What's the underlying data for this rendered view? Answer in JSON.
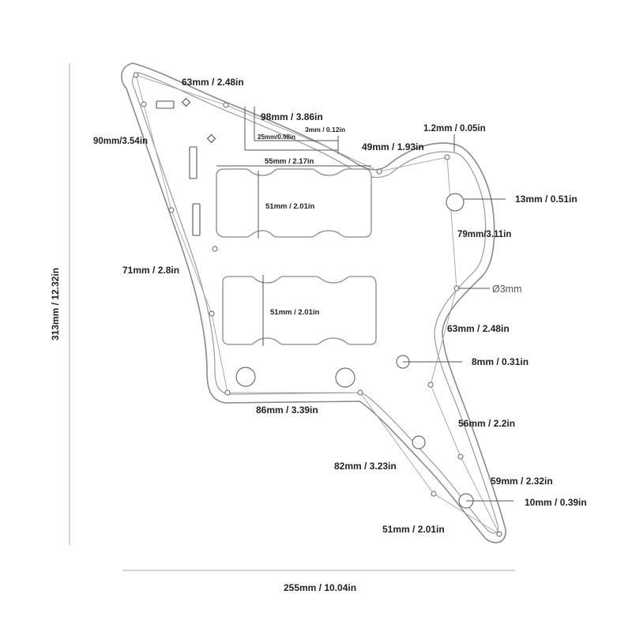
{
  "labels": {
    "overall_height": "313mm / 12.32in",
    "overall_width": "255mm / 10.04in",
    "top_left_edge": "63mm / 2.48in",
    "top_span": "98mm / 3.86in",
    "small_offset": "3mm / 0.12in",
    "inner_offset": "25mm/0.98in",
    "left_upper": "90mm/3.54in",
    "top_mid": "49mm / 1.93in",
    "top_right_small": "1.2mm / 0.05in",
    "pickup_area_width": "55mm / 2.17in",
    "neck_pickup_height": "51mm / 2.01in",
    "bridge_pickup_height": "51mm / 2.01in",
    "top_control_hole": "13mm / 0.51in",
    "right_upper": "79mm/3.11in",
    "screw_hole": "Ø3mm",
    "left_lower": "71mm / 2.8in",
    "right_mid": "63mm / 2.48in",
    "mid_hole": "8mm / 0.31in",
    "bottom_left": "86mm / 3.39in",
    "right_lower": "56mm / 2.2in",
    "lower_diag": "82mm / 3.23in",
    "right_bottom": "59mm / 2.32in",
    "jack_hole": "10mm / 0.39in",
    "bottom_edge": "51mm / 2.01in"
  }
}
